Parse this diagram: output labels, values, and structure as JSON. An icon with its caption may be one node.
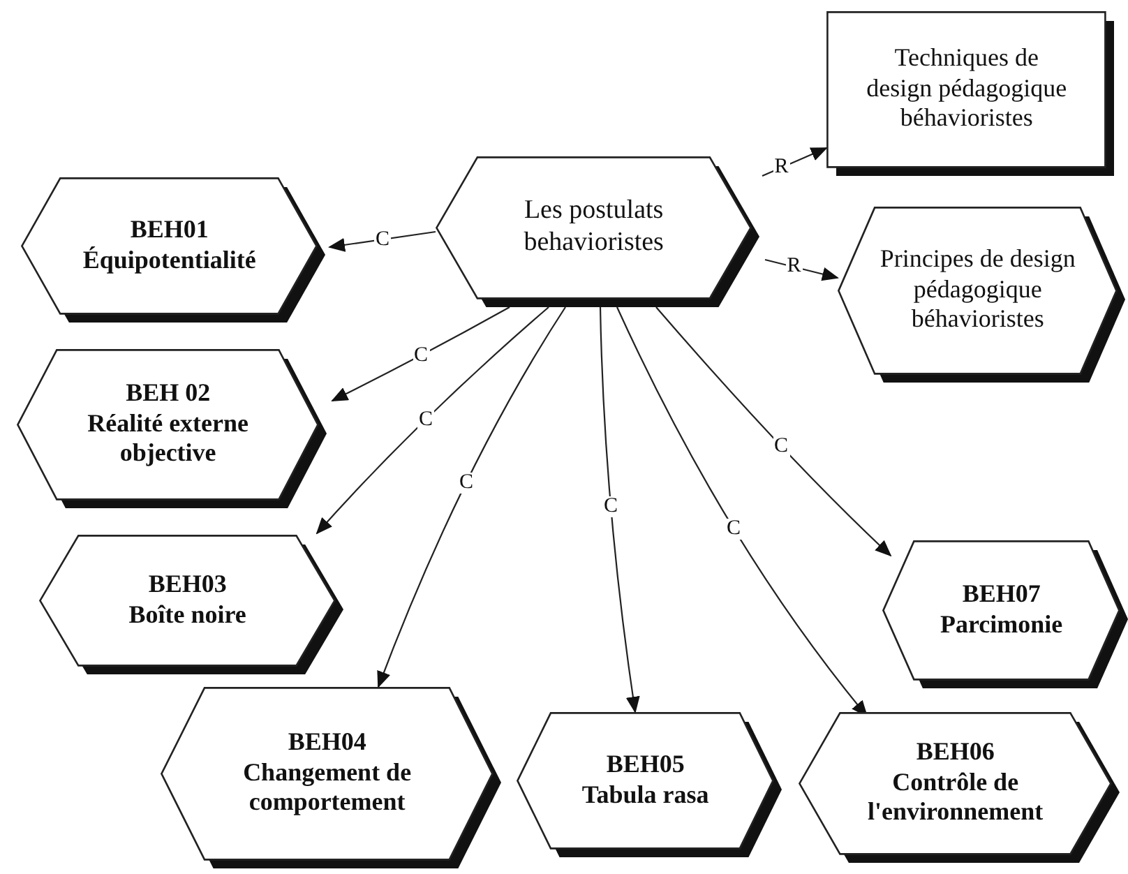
{
  "diagram": {
    "nodes": [
      {
        "text": [
          "Les postulats behavioristes"
        ]
      },
      {
        "text": [
          "Techniques de design pédagogique béhavioristes"
        ]
      },
      {
        "text": [
          "Principes de design pédagogique béhavioristes"
        ]
      },
      {
        "text": [
          "BEH01",
          "Équipotentialité"
        ]
      },
      {
        "text": [
          "BEH 02",
          "Réalité externe objective"
        ]
      },
      {
        "text": [
          "BEH03",
          "Boîte noire"
        ]
      },
      {
        "text": [
          "BEH04",
          "Changement de comportement"
        ]
      },
      {
        "text": [
          "BEH05",
          "Tabula rasa"
        ]
      },
      {
        "text": [
          "BEH06",
          "Contrôle de l'environnement"
        ]
      },
      {
        "text": [
          "BEH07",
          "Parcimonie"
        ]
      }
    ],
    "edges": [
      {
        "from": 0,
        "to": 1,
        "arrow": "to",
        "label": "R"
      },
      {
        "from": 0,
        "to": 2,
        "arrow": "to",
        "label": "R"
      },
      {
        "from": 0,
        "to": 3,
        "arrow": "to",
        "label": "C"
      },
      {
        "from": 0,
        "to": 4,
        "arrow": "to",
        "label": "C"
      },
      {
        "from": 0,
        "to": 5,
        "arrow": "to",
        "label": "C"
      },
      {
        "from": 0,
        "to": 6,
        "arrow": "to",
        "label": "C"
      },
      {
        "from": 0,
        "to": 7,
        "arrow": "to",
        "label": "C"
      },
      {
        "from": 0,
        "to": 8,
        "arrow": "to",
        "label": "C"
      },
      {
        "from": 0,
        "to": 9,
        "arrow": "to",
        "label": "C"
      }
    ]
  }
}
